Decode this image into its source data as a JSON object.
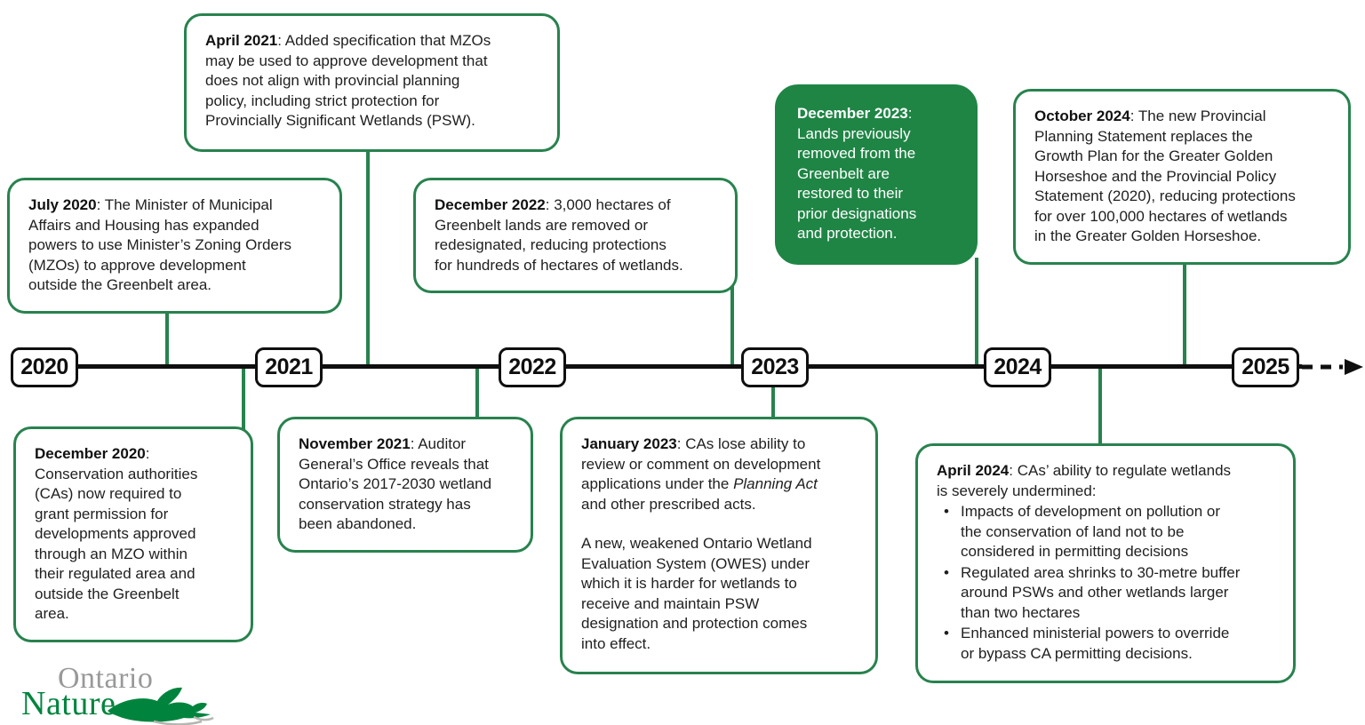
{
  "colors": {
    "green_line": "#28824e",
    "green_fill": "#1f8545",
    "timeline_black": "#0f0f0f",
    "logo_gray": "#98999b",
    "logo_green": "#00843d"
  },
  "timeline": {
    "years": [
      "2020",
      "2021",
      "2022",
      "2023",
      "2024",
      "2025"
    ]
  },
  "logo": {
    "word1": "Ontario",
    "word2": "Nature",
    "bird": "goose-swimming-icon"
  },
  "events": {
    "july2020": {
      "date": "July 2020",
      "text": ": The Minister of Municipal\nAffairs and Housing has expanded\npowers to use Minister’s Zoning Orders\n(MZOs) to approve development\noutside the Greenbelt area."
    },
    "april2021": {
      "date": "April 2021",
      "text": ": Added specification that MZOs\nmay be used to approve development that\ndoes not align with provincial planning\npolicy, including strict protection for\nProvincially Significant Wetlands (PSW)."
    },
    "dec2022": {
      "date": "December 2022",
      "text": ": 3,000 hectares of\nGreenbelt lands are removed or\nredesignated, reducing protections\nfor hundreds of hectares of wetlands."
    },
    "dec2023": {
      "date": "December 2023",
      "text": ":\nLands previously\nremoved from the\nGreenbelt are\nrestored to their\nprior designations\nand protection."
    },
    "oct2024": {
      "date": "October 2024",
      "text": ": The new Provincial\nPlanning Statement replaces the\nGrowth Plan for the Greater Golden\nHorseshoe and the Provincial Policy\nStatement (2020), reducing protections\nfor over 100,000 hectares of wetlands\nin the Greater Golden Horseshoe."
    },
    "dec2020": {
      "date": "December 2020",
      "text": ":\nConservation authorities\n(CAs) now required to\ngrant permission for\ndevelopments approved\nthrough an MZO within\ntheir regulated area and\noutside the Greenbelt\narea."
    },
    "nov2021": {
      "date": "November 2021",
      "text": ": Auditor\nGeneral’s Office reveals that\nOntario’s 2017-2030 wetland\nconservation strategy has\nbeen abandoned."
    },
    "jan2023": {
      "date": "January 2023",
      "text_before_italic": ": CAs lose ability to\nreview or comment on development\napplications under the ",
      "italic": "Planning Act",
      "text_after_italic": "\nand other prescribed acts.",
      "paragraph2": "A new, weakened Ontario Wetland\nEvaluation System (OWES) under\nwhich it is harder for wetlands to\nreceive and maintain PSW\ndesignation and protection comes\ninto effect."
    },
    "apr2024": {
      "date": "April 2024",
      "text": ": CAs’ ability to regulate wetlands\nis severely undermined:",
      "bullets": [
        "Impacts of development on pollution or\nthe conservation of land not to be\nconsidered in permitting decisions",
        "Regulated area shrinks to 30-metre buffer\naround PSWs and other wetlands larger\nthan two hectares",
        "Enhanced ministerial powers to override\nor bypass CA permitting decisions."
      ]
    }
  }
}
